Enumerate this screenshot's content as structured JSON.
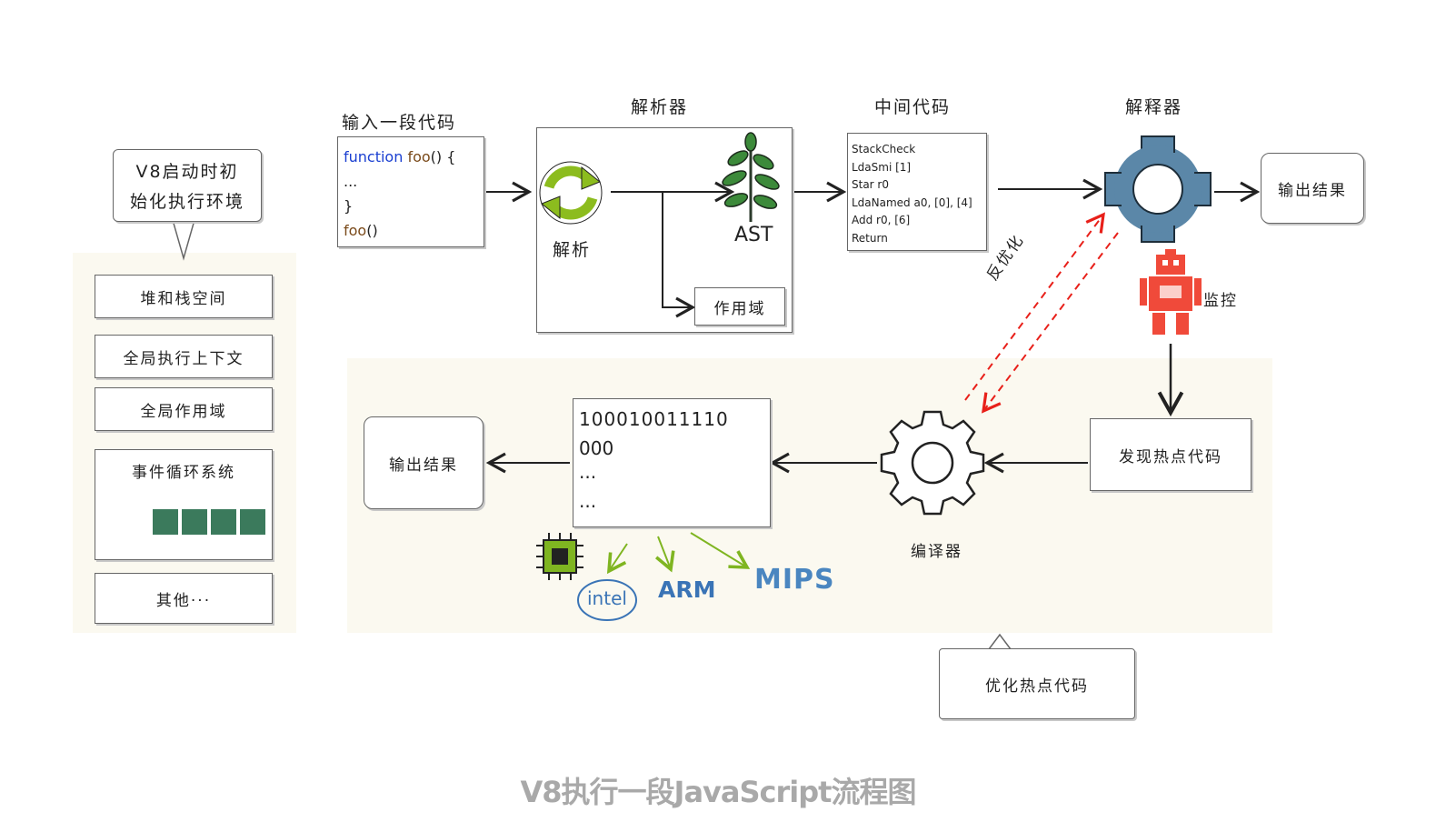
{
  "callout_top": {
    "line1": "V8启动时初",
    "line2": "始化执行环境"
  },
  "env": {
    "items": [
      "堆和栈空间",
      "全局执行上下文",
      "全局作用域"
    ],
    "event_loop": "事件循环系统",
    "other": "其他···"
  },
  "input": {
    "title": "输入一段代码",
    "code": [
      "function foo() {",
      "...",
      "}",
      "foo()"
    ]
  },
  "parser": {
    "title": "解析器",
    "parse_label": "解析",
    "ast_label": "AST",
    "scope_label": "作用域"
  },
  "bytecode": {
    "title": "中间代码",
    "lines": [
      "StackCheck",
      "LdaSmi [1]",
      "Star r0",
      "LdaNamed a0, [0], [4]",
      "Add r0, [6]",
      "Return"
    ]
  },
  "interpreter": {
    "title": "解释器",
    "output": "输出结果",
    "monitor": "监控",
    "deopt": "反优化"
  },
  "compiler": {
    "hot_code": "发现热点代码",
    "title": "编译器",
    "machine_code": [
      "100010011110",
      "000",
      "···",
      "···"
    ],
    "output": "输出结果",
    "archs": [
      "intel",
      "ARM",
      "MIPS"
    ]
  },
  "callout_bottom": "优化热点代码",
  "caption": "V8执行一段JavaScript流程图",
  "colors": {
    "gear_blue": "#5b87a8",
    "refresh_green": "#8cbc1e",
    "robot_red": "#f04a3a",
    "deopt_red": "#e8201a",
    "arch_blue": "#3a74b6",
    "event_square": "#3b7a5c"
  }
}
